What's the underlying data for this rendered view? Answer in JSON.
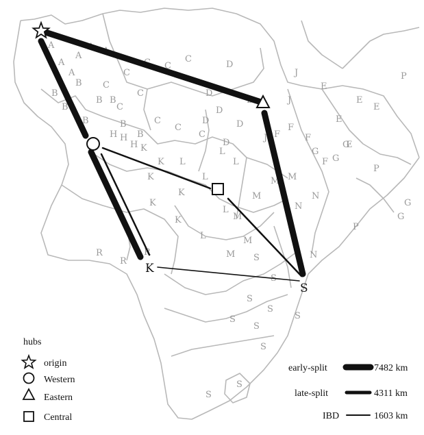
{
  "legend": {
    "hubs_title": "hubs",
    "hubs": [
      {
        "symbol": "star",
        "label": "origin"
      },
      {
        "symbol": "circle",
        "label": "Western"
      },
      {
        "symbol": "triangle",
        "label": "Eastern"
      },
      {
        "symbol": "square",
        "label": "Central"
      }
    ],
    "edges": [
      {
        "type": "early-split",
        "label": "early-split",
        "distance": "7482 km"
      },
      {
        "type": "late-split",
        "label": "late-split",
        "distance": "4311 km"
      },
      {
        "type": "IBD",
        "label": "IBD",
        "distance": "1603 km"
      }
    ]
  },
  "hub_labels": {
    "K": "K",
    "S": "S"
  },
  "region_letters": [
    "A",
    "B",
    "C",
    "D",
    "E",
    "F",
    "G",
    "H",
    "J",
    "K",
    "L",
    "M",
    "N",
    "P",
    "R",
    "S"
  ],
  "colors": {
    "land_border": "#b8b8b8",
    "edge": "#111111",
    "letter": "#9a9a9a"
  }
}
